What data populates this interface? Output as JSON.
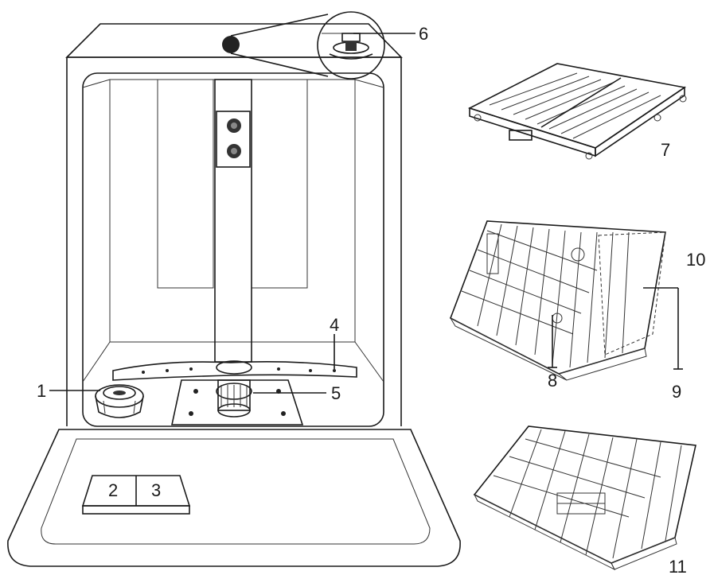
{
  "diagram": {
    "callouts": {
      "c1": "1",
      "c2": "2",
      "c3": "3",
      "c4": "4",
      "c5": "5",
      "c6": "6",
      "c7": "7",
      "c8": "8",
      "c9": "9",
      "c10": "10",
      "c11": "11"
    },
    "colors": {
      "line": "#1a1a1a",
      "fill": "#ffffff",
      "dark": "#222222"
    }
  }
}
